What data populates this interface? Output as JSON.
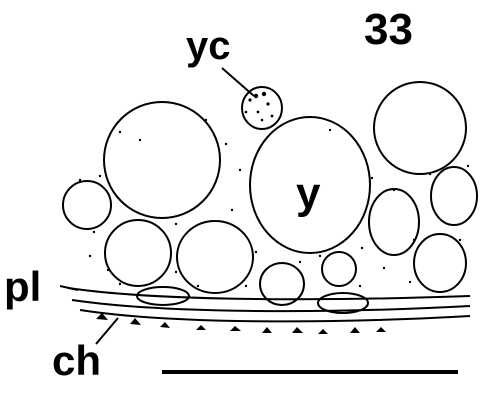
{
  "figure": {
    "number": "33",
    "labels": {
      "yc": "yc",
      "y": "y",
      "pl": "pl",
      "ch": "ch"
    }
  },
  "colors": {
    "ink": "#000000",
    "paper": "#ffffff"
  }
}
